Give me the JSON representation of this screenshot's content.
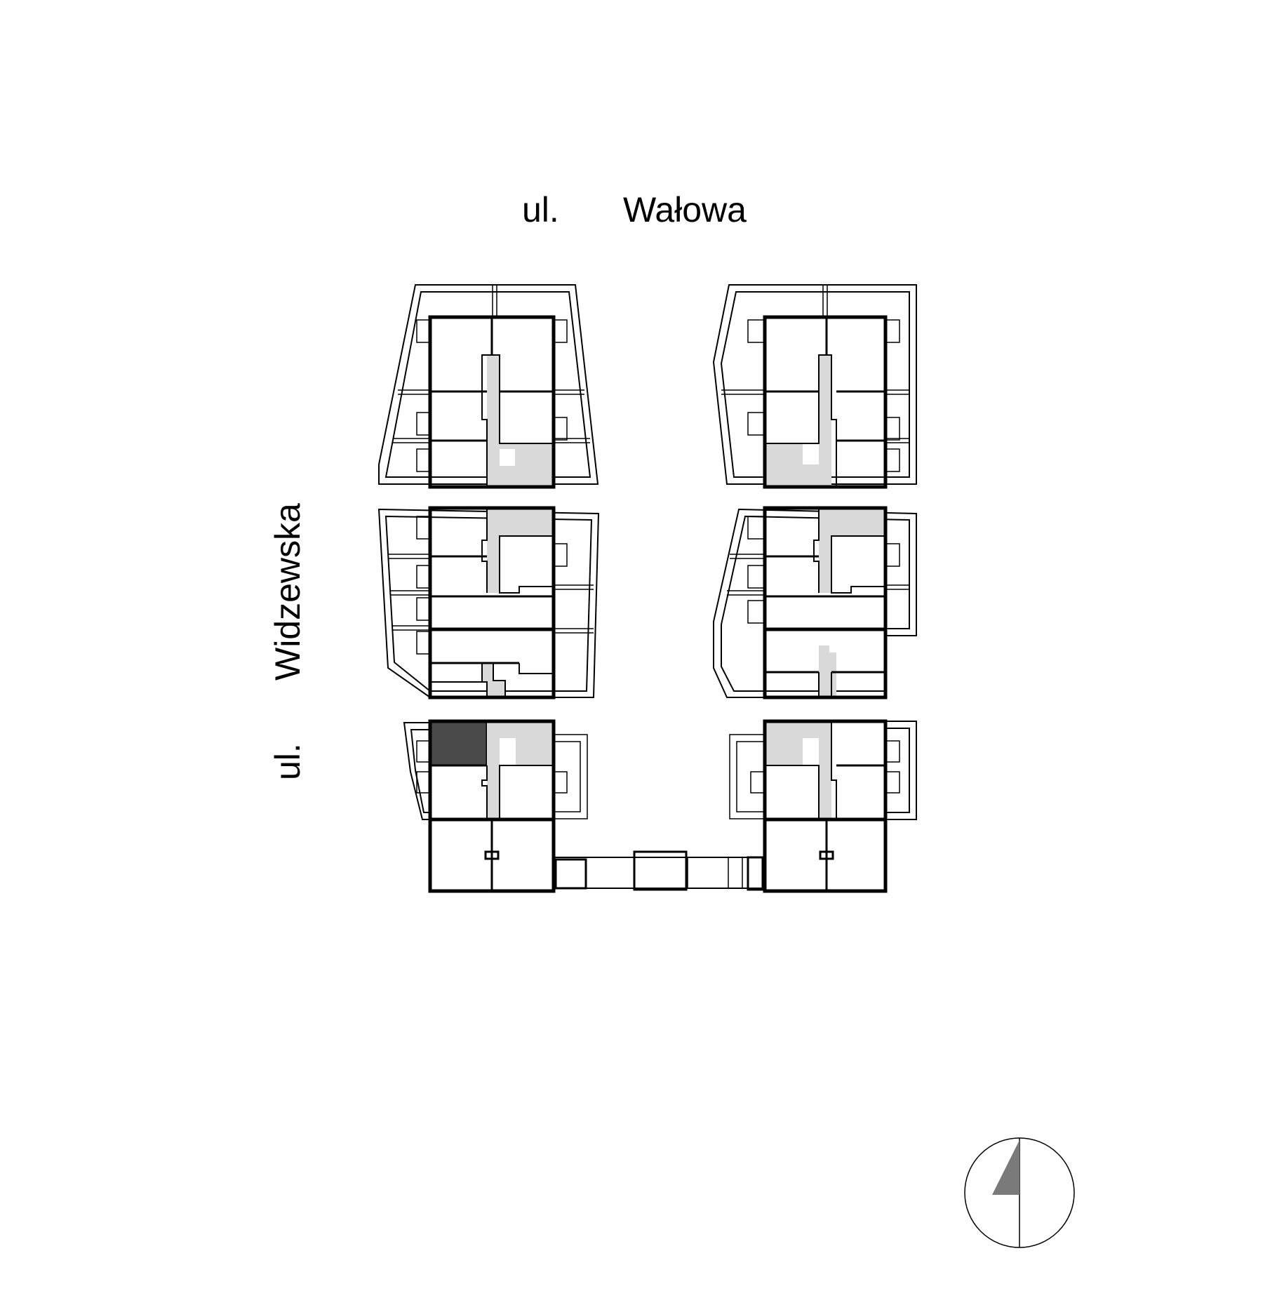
{
  "streets": {
    "north_prefix": "ul.",
    "north_name": "Wałowa",
    "west_prefix": "ul.",
    "west_name": "Widzewska"
  },
  "colors": {
    "background": "#ffffff",
    "line": "#000000",
    "core_fill": "#d9d9d9",
    "highlighted_unit": "#4a4a4a",
    "compass_arrow": "#7a7a7a"
  },
  "highlighted_unit": {
    "building": "bottom-left",
    "position": "north-west corner"
  },
  "icons": {
    "north_arrow": "compass-north-arrow-icon"
  }
}
